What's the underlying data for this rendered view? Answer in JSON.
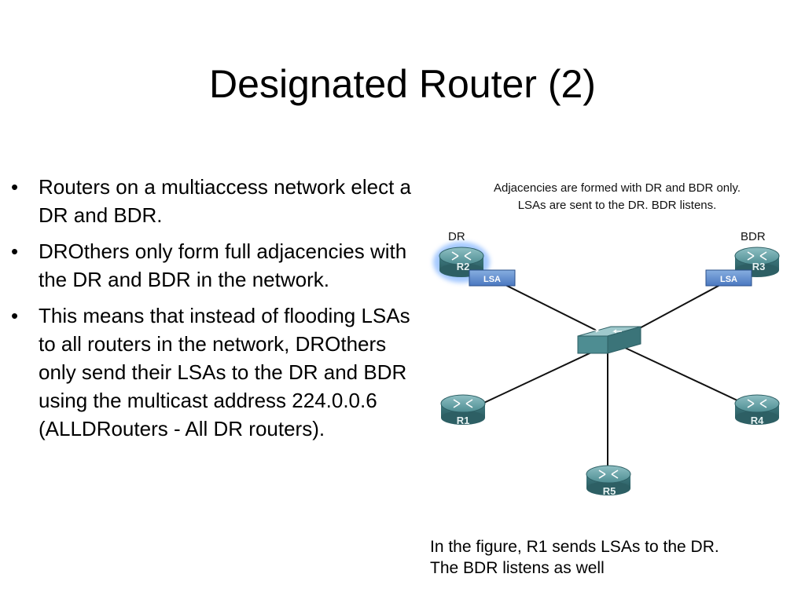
{
  "slide": {
    "title": "Designated Router (2)"
  },
  "bullets": [
    "Routers on a multiaccess network elect a DR and BDR.",
    "DROthers only form full adjacencies with the DR and BDR in the network.",
    "This means that instead of flooding LSAs to all routers in the network, DROthers only send their LSAs to the DR and BDR using the multicast address 224.0.0.6 (ALLDRouters - All DR routers)."
  ],
  "figure": {
    "caption_line1": "Adjacencies are formed with DR and BDR only.",
    "caption_line2": "LSAs are sent to the DR. BDR listens.",
    "role_dr": "DR",
    "role_bdr": "BDR",
    "lsa_label": "LSA",
    "routers": {
      "r2": "R2",
      "r3": "R3",
      "r1": "R1",
      "r4": "R4",
      "r5": "R5"
    }
  },
  "caption": {
    "line1": "In the figure, R1 sends LSAs to the DR.",
    "line2": "The BDR listens as well"
  }
}
